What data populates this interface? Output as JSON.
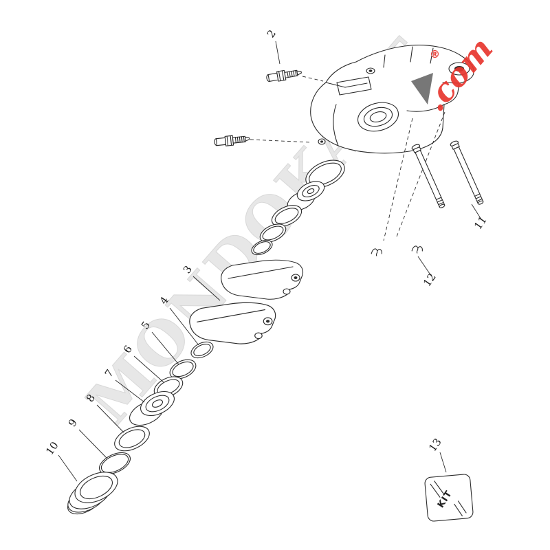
{
  "diagram": {
    "background_color": "#ffffff",
    "line_color": "#2b2b2b",
    "watermark": {
      "text": "MONDOKART",
      "suffix": ".com",
      "registered": "®",
      "text_color": "#e7e7e7",
      "suffix_color": "#e8362e"
    },
    "kit_box": {
      "label": "KIT"
    },
    "labels": {
      "part2": "2",
      "part3": "3",
      "part4": "4",
      "part5": "5",
      "part6": "6",
      "part7": "7",
      "part8": "8",
      "part9": "9",
      "part10": "10",
      "part11": "11",
      "part12": "12",
      "part13": "13"
    }
  }
}
